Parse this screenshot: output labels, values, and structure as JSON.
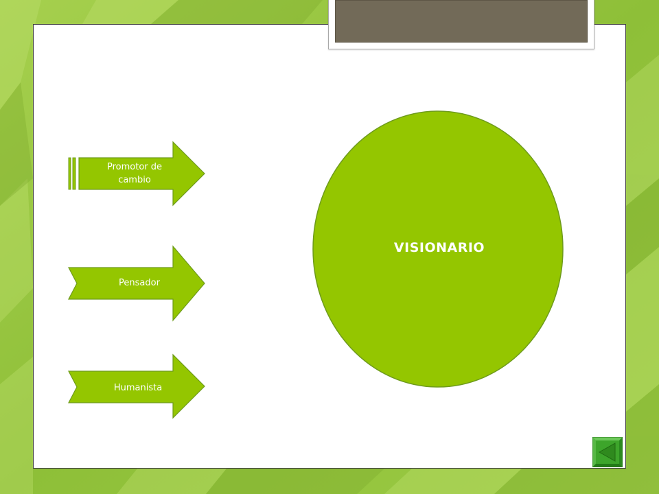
{
  "slide": {
    "center_label": "VISIONARIO",
    "arrows": [
      {
        "label": "Promotor de cambio"
      },
      {
        "label": "Pensador"
      },
      {
        "label": "Humanista"
      }
    ]
  },
  "colors": {
    "background": "#8fbf3a",
    "background_light": "#b7dd64",
    "shape_fill": "#94c600",
    "shape_stroke": "#6e9b1c",
    "title_tab": "#726a58",
    "nav_button": "#3da52b"
  },
  "icons": {
    "nav_back": "triangle-left-icon"
  }
}
